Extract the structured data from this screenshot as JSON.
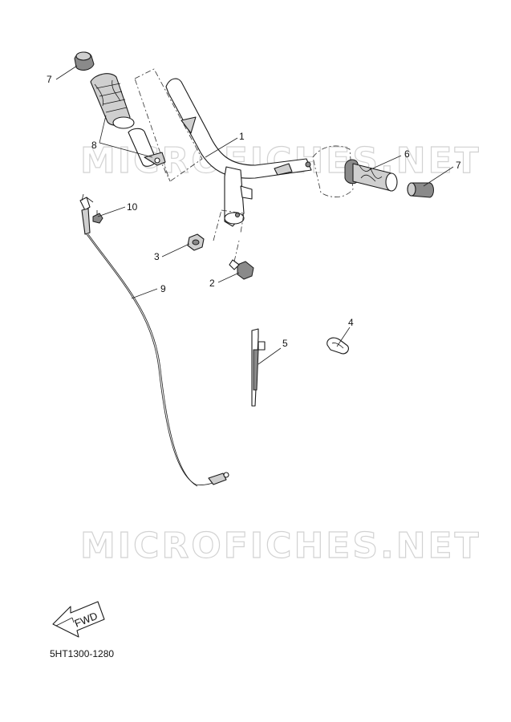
{
  "watermarks": [
    "MICROFICHES.NET",
    "MICROFICHES.NET"
  ],
  "callouts": [
    "1",
    "2",
    "3",
    "4",
    "5",
    "6",
    "7",
    "7",
    "8",
    "9",
    "10"
  ],
  "fwd_label": "FWD",
  "diagram_ref": "5HT1300-1280"
}
